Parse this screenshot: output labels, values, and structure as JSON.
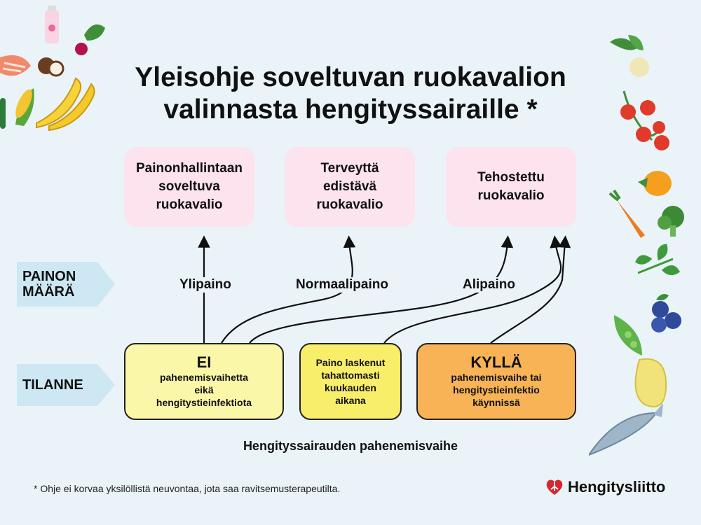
{
  "title": {
    "line1": "Yleisohje soveltuvan ruokavalion",
    "line2": "valinnasta hengityssairaille *"
  },
  "diets": [
    {
      "label": "Painonhallintaan\nsoveltuva\nruokavalio"
    },
    {
      "label": "Terveyttä\nedistävä\nruokavalio"
    },
    {
      "label": "Tehostettu\nruokavalio"
    }
  ],
  "row_labels": {
    "weight": "PAINON\nMÄÄRÄ",
    "situation": "TILANNE"
  },
  "weights": [
    "Ylipaino",
    "Normaalipaino",
    "Alipaino"
  ],
  "situations": {
    "none": {
      "heading": "EI",
      "text": "pahenemisvaihetta\neikä\nhengitystieinfektiota"
    },
    "weight_loss": {
      "text": "Paino laskenut\ntahattomasti\nkuukauden\naikana"
    },
    "yes": {
      "heading": "KYLLÄ",
      "text": "pahenemisvaihe tai\nhengitystieinfektio\nkäynnissä"
    }
  },
  "axis_label": "Hengityssairauden pahenemisvaihe",
  "footnote": "* Ohje ei korvaa yksilöllistä neuvontaa, jota saa ravitsemusterapeutilta.",
  "logo": {
    "name": "Hengitysliitto",
    "icon": "heart-lungs-icon"
  },
  "colors": {
    "background": "#eaf3f8",
    "diet_box": "#fce3ee",
    "chevron": "#cde8f3",
    "situation_none": "#fbf7a8",
    "situation_weight_loss": "#f8ee6a",
    "situation_yes": "#f7b355",
    "brand_red": "#d7262e"
  },
  "decorations": [
    "yogurt-bottle-icon",
    "beet-icon",
    "salmon-icon",
    "coconut-icon",
    "corn-icon",
    "banana-icon",
    "cucumber-icon",
    "turnip-icon",
    "tomato-icon",
    "pumpkin-icon",
    "carrot-icon",
    "broccoli-icon",
    "parsley-icon",
    "blueberry-icon",
    "pea-pod-icon",
    "potato-icon",
    "fish-icon"
  ]
}
